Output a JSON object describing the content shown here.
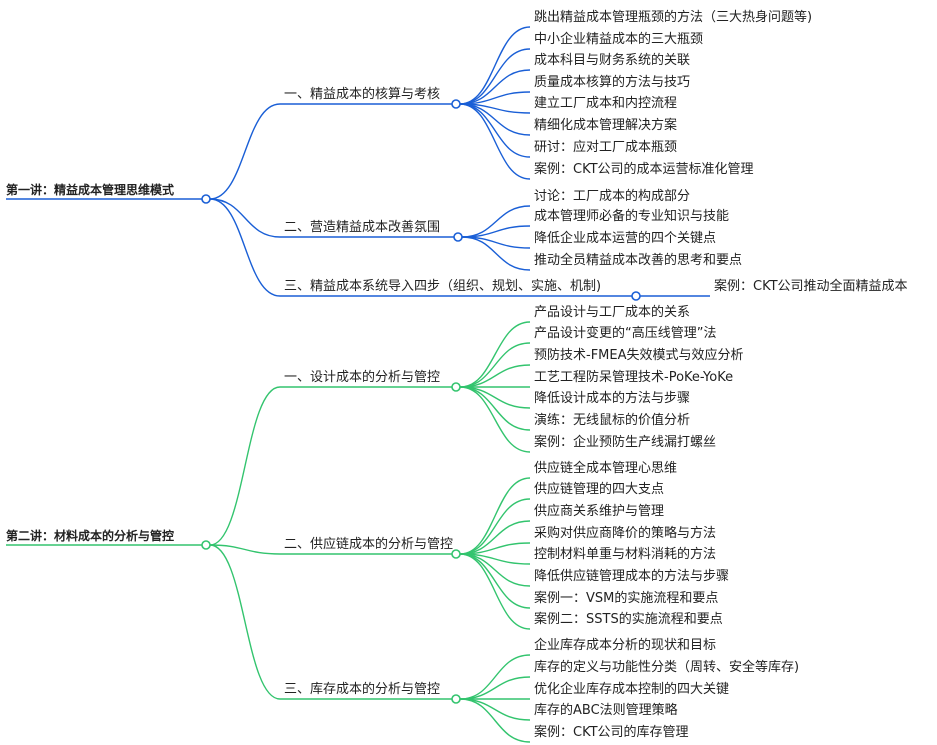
{
  "colors": {
    "section1": "#1a5fd6",
    "section2": "#33c46e"
  },
  "sections": [
    {
      "title": "第一讲：精益成本管理思维模式",
      "branches": [
        {
          "title": "一、精益成本的核算与考核",
          "items": [
            "跳出精益成本管理瓶颈的方法（三大热身问题等)",
            "中小企业精益成本的三大瓶颈",
            "成本科目与财务系统的关联",
            "质量成本核算的方法与技巧",
            "建立工厂成本和内控流程",
            "精细化成本管理解决方案",
            "研讨：应对工厂成本瓶颈",
            "案例：CKT公司的成本运营标准化管理"
          ]
        },
        {
          "title": "二、营造精益成本改善氛围",
          "items": [
            "讨论：工厂成本的构成部分",
            "成本管理师必备的专业知识与技能",
            "降低企业成本运营的四个关键点",
            "推动全员精益成本改善的思考和要点"
          ]
        },
        {
          "title": "三、精益成本系统导入四步（组织、规划、实施、机制)",
          "items": [
            "案例：CKT公司推动全面精益成本"
          ]
        }
      ]
    },
    {
      "title": "第二讲：材料成本的分析与管控",
      "branches": [
        {
          "title": "一、设计成本的分析与管控",
          "items": [
            "产品设计与工厂成本的关系",
            "产品设计变更的“高压线管理”法",
            "预防技术-FMEA失效模式与效应分析",
            "工艺工程防呆管理技术-PoKe-YoKe",
            "降低设计成本的方法与步骤",
            "演练：无线鼠标的价值分析",
            "案例：企业预防生产线漏打螺丝"
          ]
        },
        {
          "title": "二、供应链成本的分析与管控",
          "items": [
            "供应链全成本管理心思维",
            "供应链管理的四大支点",
            "供应商关系维护与管理",
            "采购对供应商降价的策略与方法",
            "控制材料单重与材料消耗的方法",
            "降低供应链管理成本的方法与步骤",
            "案例一：VSM的实施流程和要点",
            "案例二：SSTS的实施流程和要点"
          ]
        },
        {
          "title": "三、库存成本的分析与管控",
          "items": [
            "企业库存成本分析的现状和目标",
            "库存的定义与功能性分类（周转、安全等库存)",
            "优化企业库存成本控制的四大关键",
            "库存的ABC法则管理策略",
            "案例：CKT公司的库存管理"
          ]
        }
      ]
    }
  ]
}
